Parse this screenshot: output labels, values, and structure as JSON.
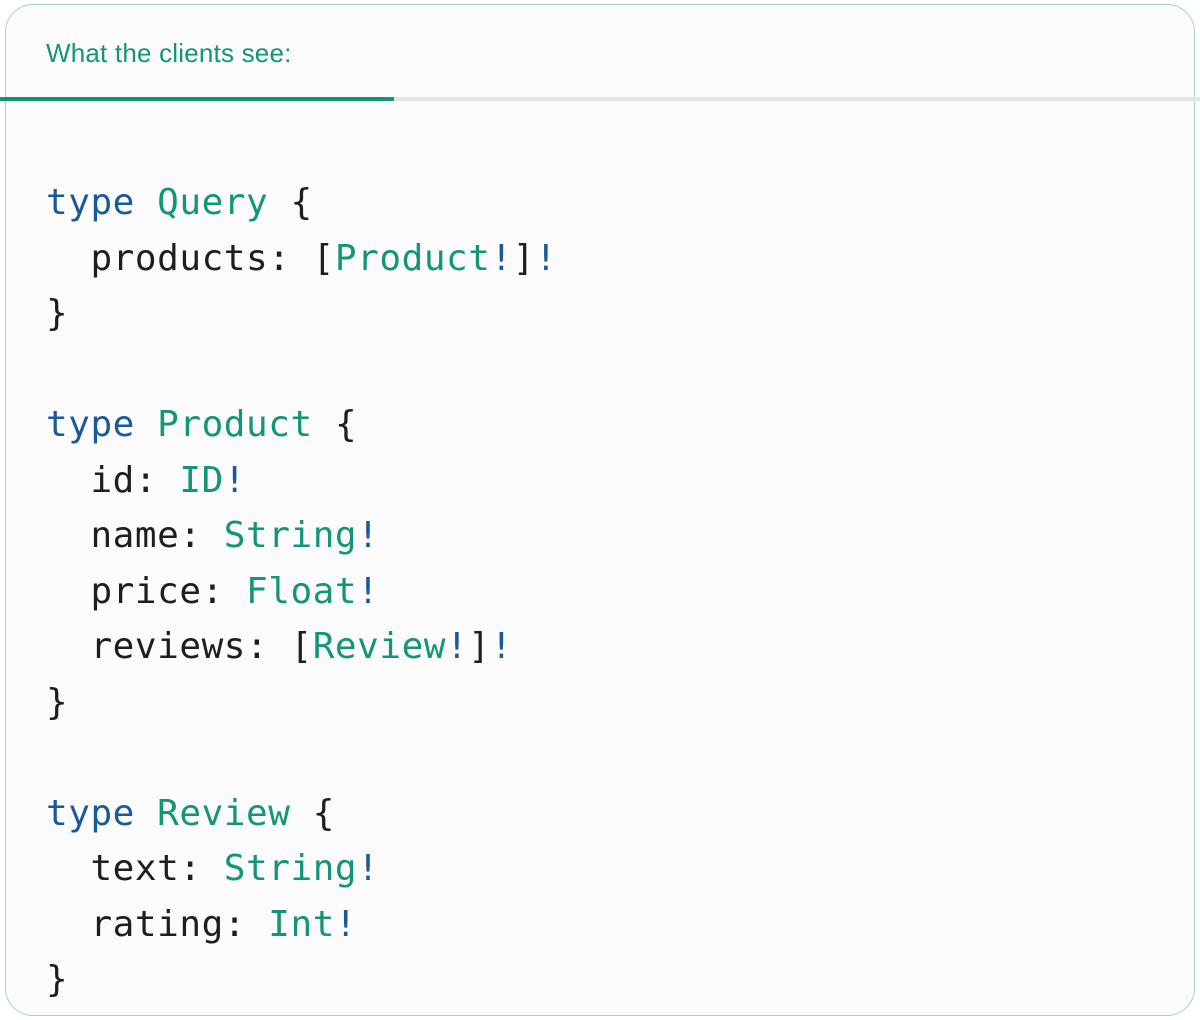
{
  "panel": {
    "tab_label": "What the clients see:"
  },
  "colors": {
    "page_bg": "#FFFFFF",
    "card_bg": "#FBFBFB",
    "card_border": "#A9D3C0",
    "teal": "#129676",
    "blue": "#1A5A9B",
    "code_plain": "#1C1E21",
    "inactive_underline": "#E4E4E4"
  },
  "code": {
    "language": "graphql-schema",
    "lines": [
      {
        "tokens": [
          [
            "k",
            "type"
          ],
          [
            "p",
            " "
          ],
          [
            "t",
            "Query"
          ],
          [
            "p",
            " {"
          ]
        ]
      },
      {
        "tokens": [
          [
            "p",
            "  products: ["
          ],
          [
            "t",
            "Product"
          ],
          [
            "k",
            "!"
          ],
          [
            "p",
            "]"
          ],
          [
            "k",
            "!"
          ]
        ]
      },
      {
        "tokens": [
          [
            "p",
            "}"
          ]
        ]
      },
      {
        "tokens": []
      },
      {
        "tokens": [
          [
            "k",
            "type"
          ],
          [
            "p",
            " "
          ],
          [
            "t",
            "Product"
          ],
          [
            "p",
            " {"
          ]
        ]
      },
      {
        "tokens": [
          [
            "p",
            "  id: "
          ],
          [
            "t",
            "ID"
          ],
          [
            "k",
            "!"
          ]
        ]
      },
      {
        "tokens": [
          [
            "p",
            "  name: "
          ],
          [
            "t",
            "String"
          ],
          [
            "k",
            "!"
          ]
        ]
      },
      {
        "tokens": [
          [
            "p",
            "  price: "
          ],
          [
            "t",
            "Float"
          ],
          [
            "k",
            "!"
          ]
        ]
      },
      {
        "tokens": [
          [
            "p",
            "  reviews: ["
          ],
          [
            "t",
            "Review"
          ],
          [
            "k",
            "!"
          ],
          [
            "p",
            "]"
          ],
          [
            "k",
            "!"
          ]
        ]
      },
      {
        "tokens": [
          [
            "p",
            "}"
          ]
        ]
      },
      {
        "tokens": []
      },
      {
        "tokens": [
          [
            "k",
            "type"
          ],
          [
            "p",
            " "
          ],
          [
            "t",
            "Review"
          ],
          [
            "p",
            " {"
          ]
        ]
      },
      {
        "tokens": [
          [
            "p",
            "  text: "
          ],
          [
            "t",
            "String"
          ],
          [
            "k",
            "!"
          ]
        ]
      },
      {
        "tokens": [
          [
            "p",
            "  rating: "
          ],
          [
            "t",
            "Int"
          ],
          [
            "k",
            "!"
          ]
        ]
      },
      {
        "tokens": [
          [
            "p",
            "}"
          ]
        ]
      }
    ]
  }
}
